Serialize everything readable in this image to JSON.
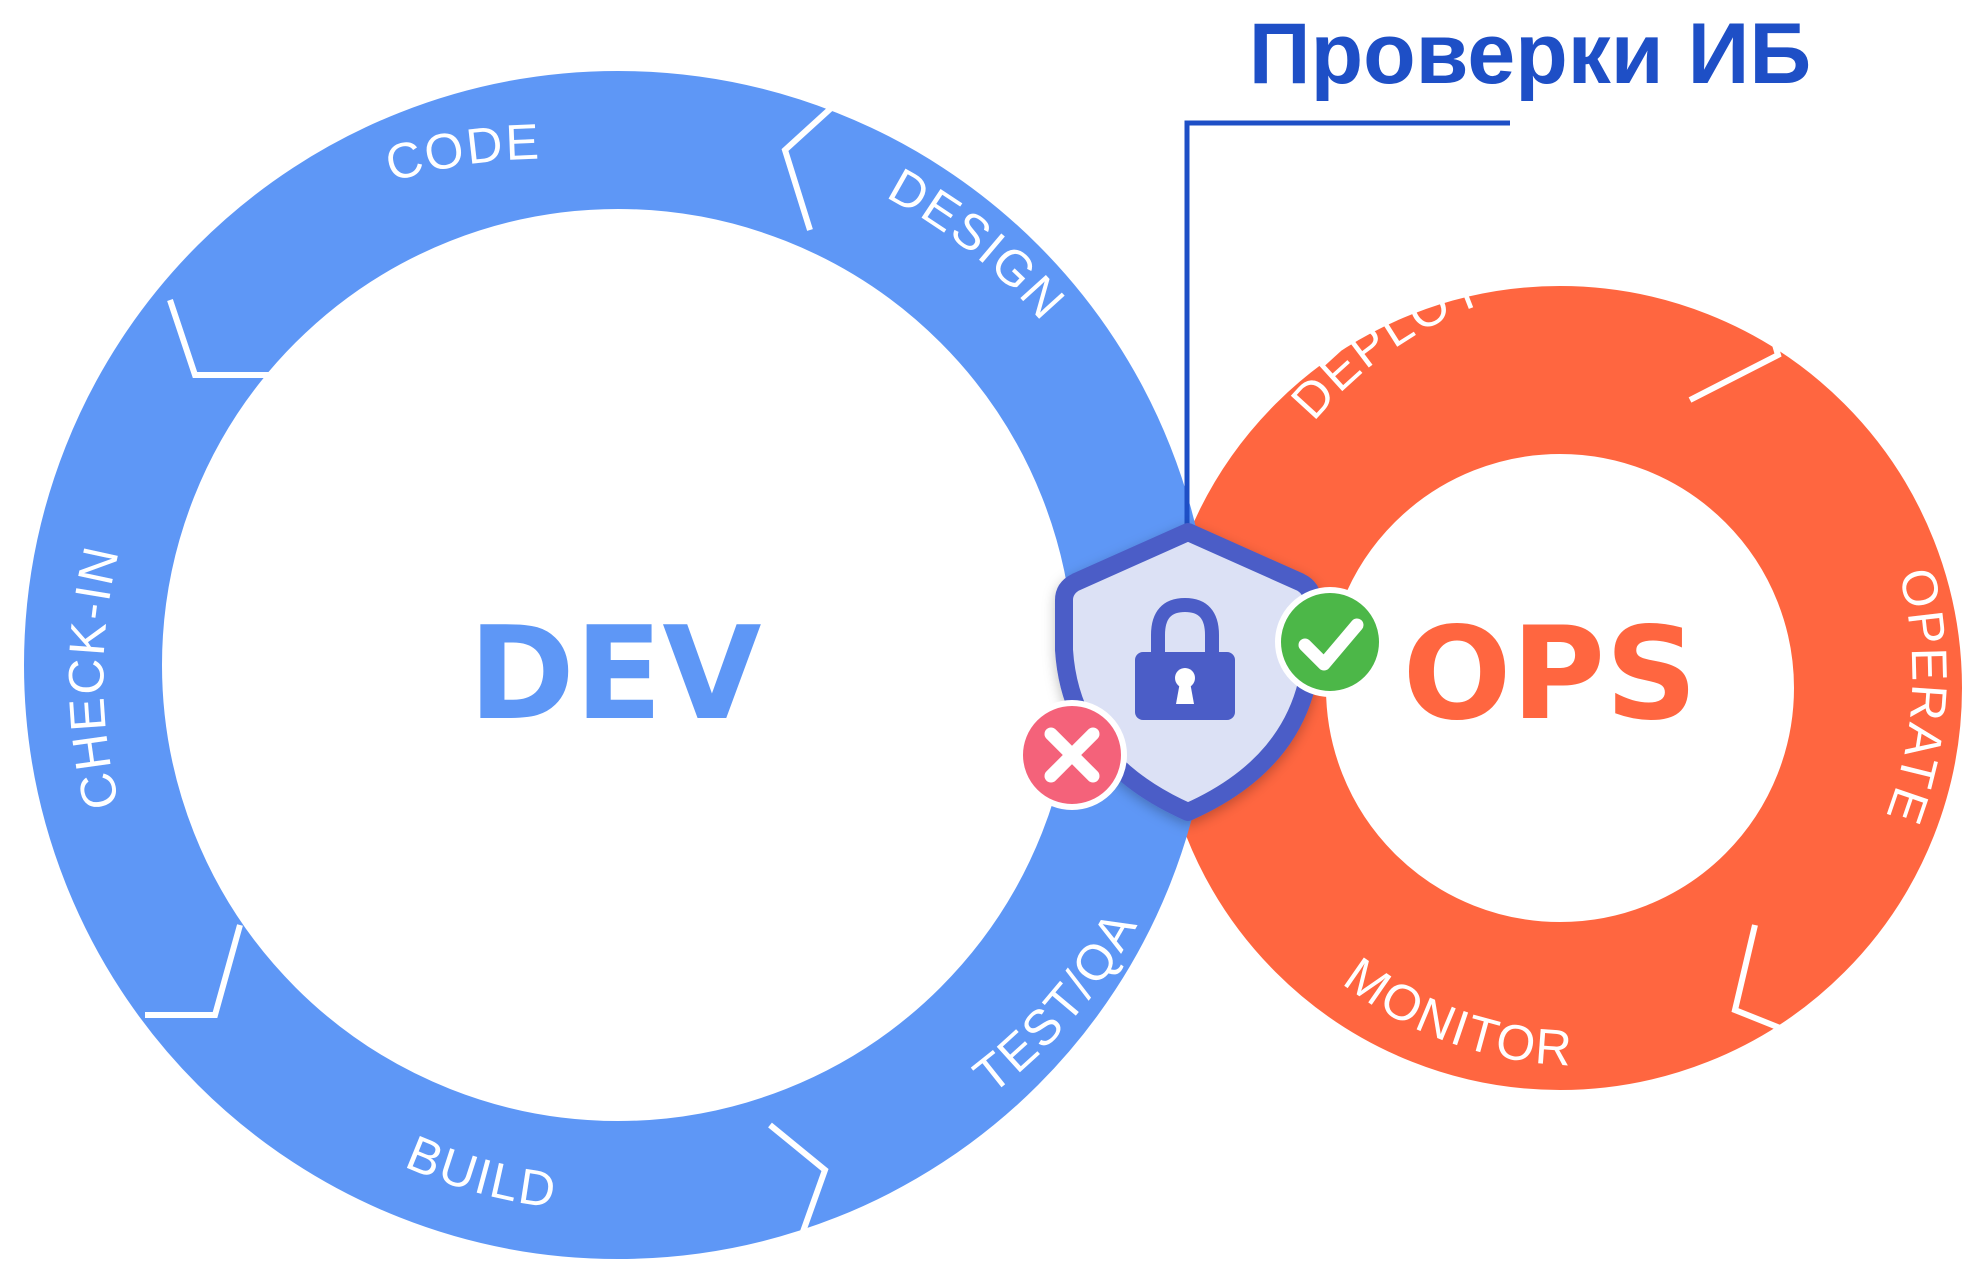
{
  "callout": {
    "title": "Проверки ИБ"
  },
  "dev": {
    "center_label": "DEV",
    "segments": {
      "code": "CODE",
      "design": "DESIGN",
      "test_qa": "TEST/QA",
      "build": "BUILD",
      "check_in": "CHECK-IN"
    }
  },
  "ops": {
    "center_label": "OPS",
    "segments": {
      "deploy": "DEPLOY",
      "operate": "OPERATE",
      "monitor": "MONITOR"
    }
  },
  "colors": {
    "dev_ring": "#5E97F6",
    "ops_ring": "#FF6640",
    "callout": "#1E4FC6",
    "shield": "#4B5DC7",
    "check_badge": "#4CB748",
    "fail_badge": "#F4627A"
  },
  "icons": {
    "shield": "shield-lock-icon",
    "check": "check-circle-icon",
    "fail": "x-circle-icon"
  }
}
